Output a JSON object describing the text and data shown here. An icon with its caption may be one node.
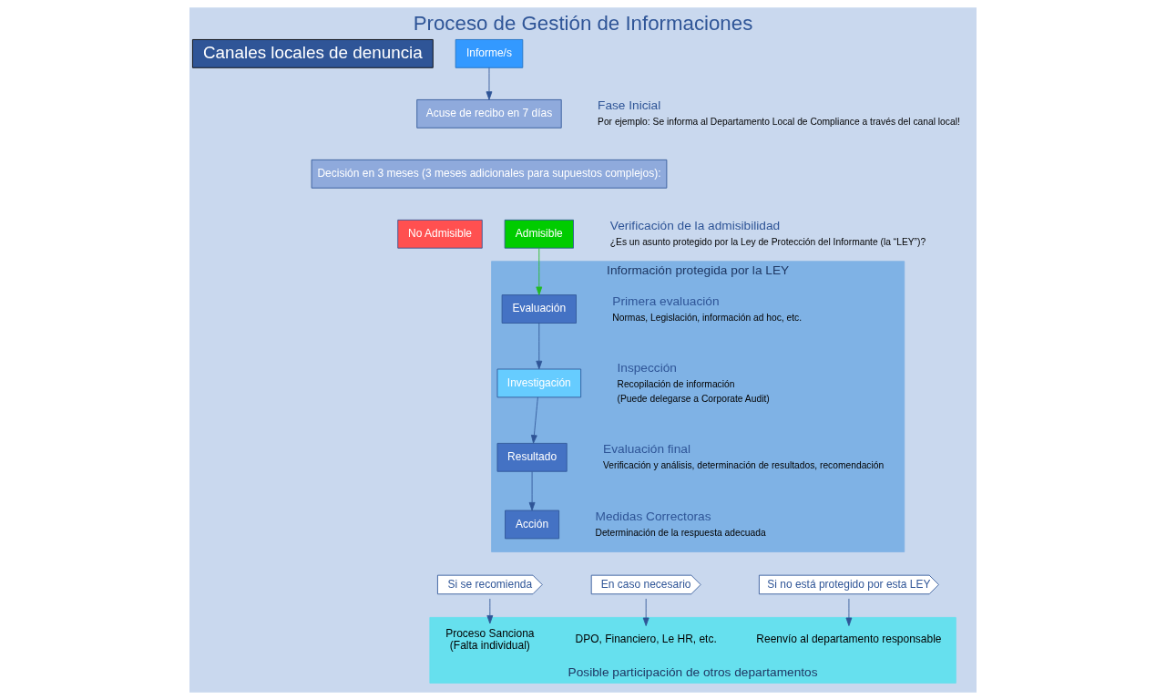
{
  "diagram": {
    "title": "Proceso de Gestión de Informaciones",
    "nodes": [
      {
        "text": [
          "Canales locales de denuncia"
        ]
      },
      {
        "text": [
          "Informe/s"
        ]
      },
      {
        "text": [
          "Acuse de recibo en 7 días"
        ],
        "beside": [
          "Fase Inicial",
          "Por ejemplo: Se informa al Departamento Local de Compliance a través del canal local!"
        ]
      },
      {
        "text": [
          "Decisión en 3 meses (3 meses adicionales para supuestos complejos):"
        ]
      },
      {
        "text": [
          "No Admisible"
        ]
      },
      {
        "text": [
          "Admisible"
        ],
        "beside": [
          "Verificación de la admisibilidad",
          "¿Es un asunto protegido por la Ley de Protección del Informante (la “LEY”)?"
        ]
      },
      {
        "text": [
          "Si no está protegido por esta LEY"
        ]
      },
      {
        "text": [
          "Posible participación de otros departamentos"
        ]
      },
      {
        "text": [
          "Reenvío al departamento responsable"
        ],
        "in": 7
      },
      {
        "text": [
          "Información protegida por la LEY"
        ]
      },
      {
        "text": [
          "Evaluación"
        ],
        "in": 9,
        "beside": [
          "Primera evaluación",
          "Normas, Legislación, información ad hoc, etc."
        ]
      },
      {
        "text": [
          "Investigación"
        ],
        "in": 9,
        "beside": [
          "Inspección",
          "Recopilación de información",
          "(Puede delegarse a Corporate Audit)"
        ]
      },
      {
        "text": [
          "Resultado"
        ],
        "in": 9,
        "beside": [
          "Evaluación final",
          "Verificación y análisis, determinación de resultados, recomendación"
        ]
      },
      {
        "text": [
          "Acción"
        ],
        "in": 9,
        "beside": [
          "Medidas Correctoras",
          "Determinación de la respuesta adecuada"
        ]
      },
      {
        "text": [
          "En caso necesario"
        ]
      },
      {
        "text": [
          "DPO, Financiero, Le HR, etc."
        ],
        "in": 7
      },
      {
        "text": [
          "Si se recomienda"
        ]
      },
      {
        "text": [
          "Proceso Sanciona",
          "(Falta individual)"
        ],
        "in": 7
      }
    ],
    "edges": [
      {
        "from": 1,
        "to": 2,
        "arrow": "to"
      },
      {
        "from": 5,
        "to": 10,
        "arrow": "to",
        "color": "#22bb22"
      },
      {
        "from": 10,
        "to": 11,
        "arrow": "to"
      },
      {
        "from": 11,
        "to": 12,
        "arrow": "to"
      },
      {
        "from": 12,
        "to": 13,
        "arrow": "to"
      },
      {
        "from": 6,
        "to": 8,
        "arrow": "to"
      },
      {
        "from": 14,
        "to": 15,
        "arrow": "to"
      },
      {
        "from": 16,
        "to": 17,
        "arrow": "to"
      }
    ]
  }
}
